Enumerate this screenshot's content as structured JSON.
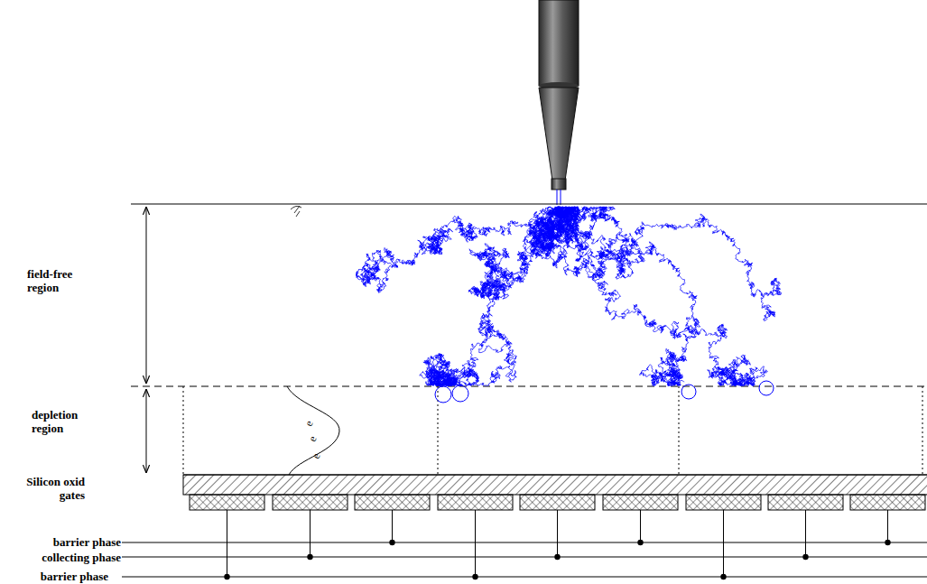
{
  "diagram": {
    "labels": [
      "field-free region",
      "depletion region",
      "Silicon oxid gates",
      "barrier phase",
      "collecting phase",
      "barrier phase",
      "e",
      "e",
      "e"
    ]
  }
}
